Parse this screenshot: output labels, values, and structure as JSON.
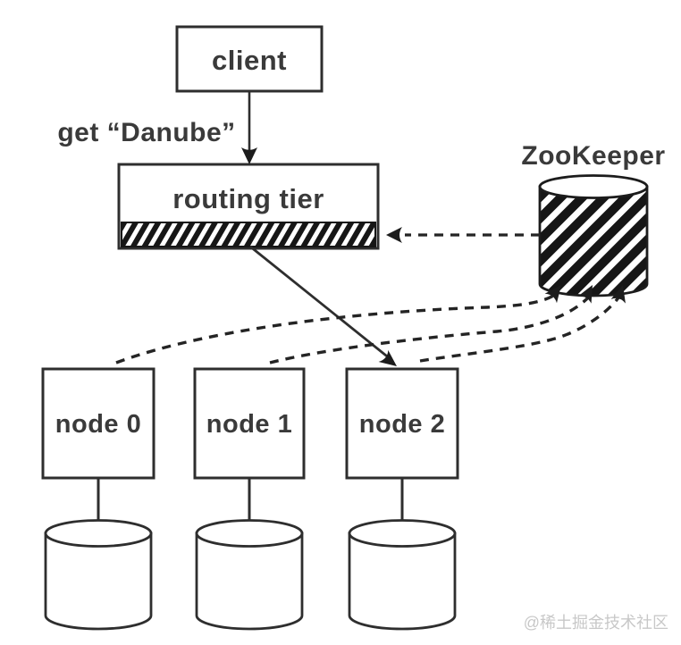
{
  "diagram": {
    "client": {
      "label": "client"
    },
    "request": {
      "label": "get “Danube”"
    },
    "routing_tier": {
      "label": "routing tier"
    },
    "zookeeper": {
      "label": "ZooKeeper"
    },
    "nodes": [
      {
        "label": "node 0"
      },
      {
        "label": "node 1"
      },
      {
        "label": "node 2"
      }
    ],
    "watermark": {
      "label": "@稀土掘金技术社区"
    },
    "colors": {
      "background": "#ffffff",
      "line": "#2e2e2e",
      "text": "#3a3a3a",
      "hatch": "#161616",
      "arrow_fill": "#1c1c1c",
      "watermark": "#c8c8c8"
    }
  }
}
